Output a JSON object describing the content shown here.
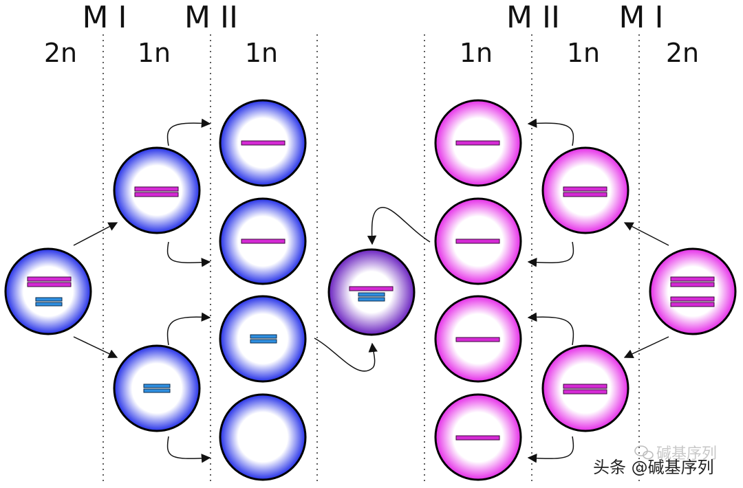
{
  "header": {
    "phases": [
      "M I",
      "M II",
      "M II",
      "M I"
    ],
    "ploidy": [
      "2n",
      "1n",
      "1n",
      "1n",
      "1n",
      "2n"
    ]
  },
  "watermark": {
    "faint_text": "碱基序列",
    "text": "头条 @碱基序列"
  },
  "colors": {
    "male_cell": "#2b36e0",
    "female_cell": "#e23ee6",
    "zygote": "#7a2dc4",
    "magenta_chromosome": "#d42ad4",
    "blue_chromosome": "#2f8fe0"
  },
  "icons": [
    "wechat-icon"
  ]
}
